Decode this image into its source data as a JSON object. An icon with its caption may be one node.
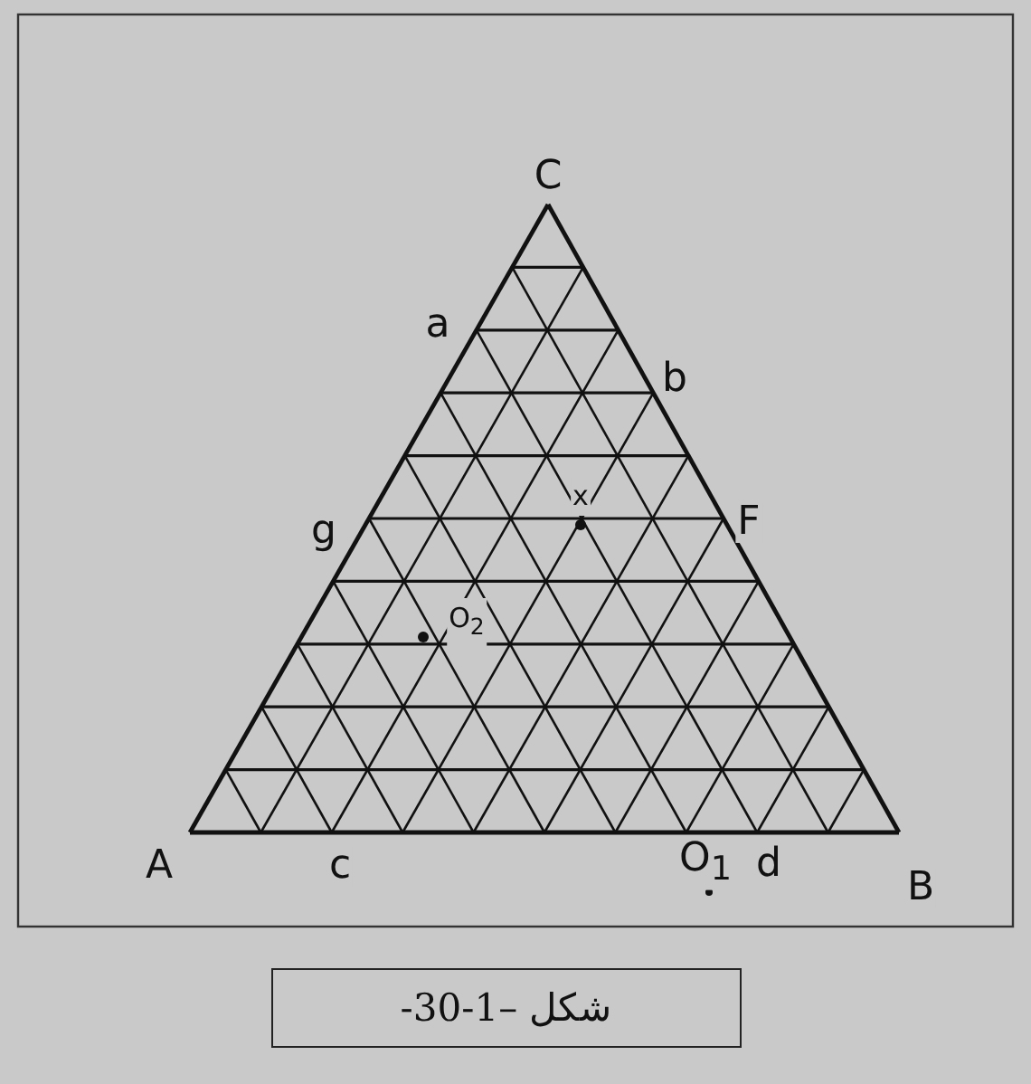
{
  "diagram": {
    "caption": "شکل –1-30-",
    "labels": [
      "C",
      "a",
      "b",
      "g",
      "F",
      "x",
      "O$_{2}$",
      "A",
      "c",
      "O$_{1}$",
      "d",
      "B"
    ]
  }
}
